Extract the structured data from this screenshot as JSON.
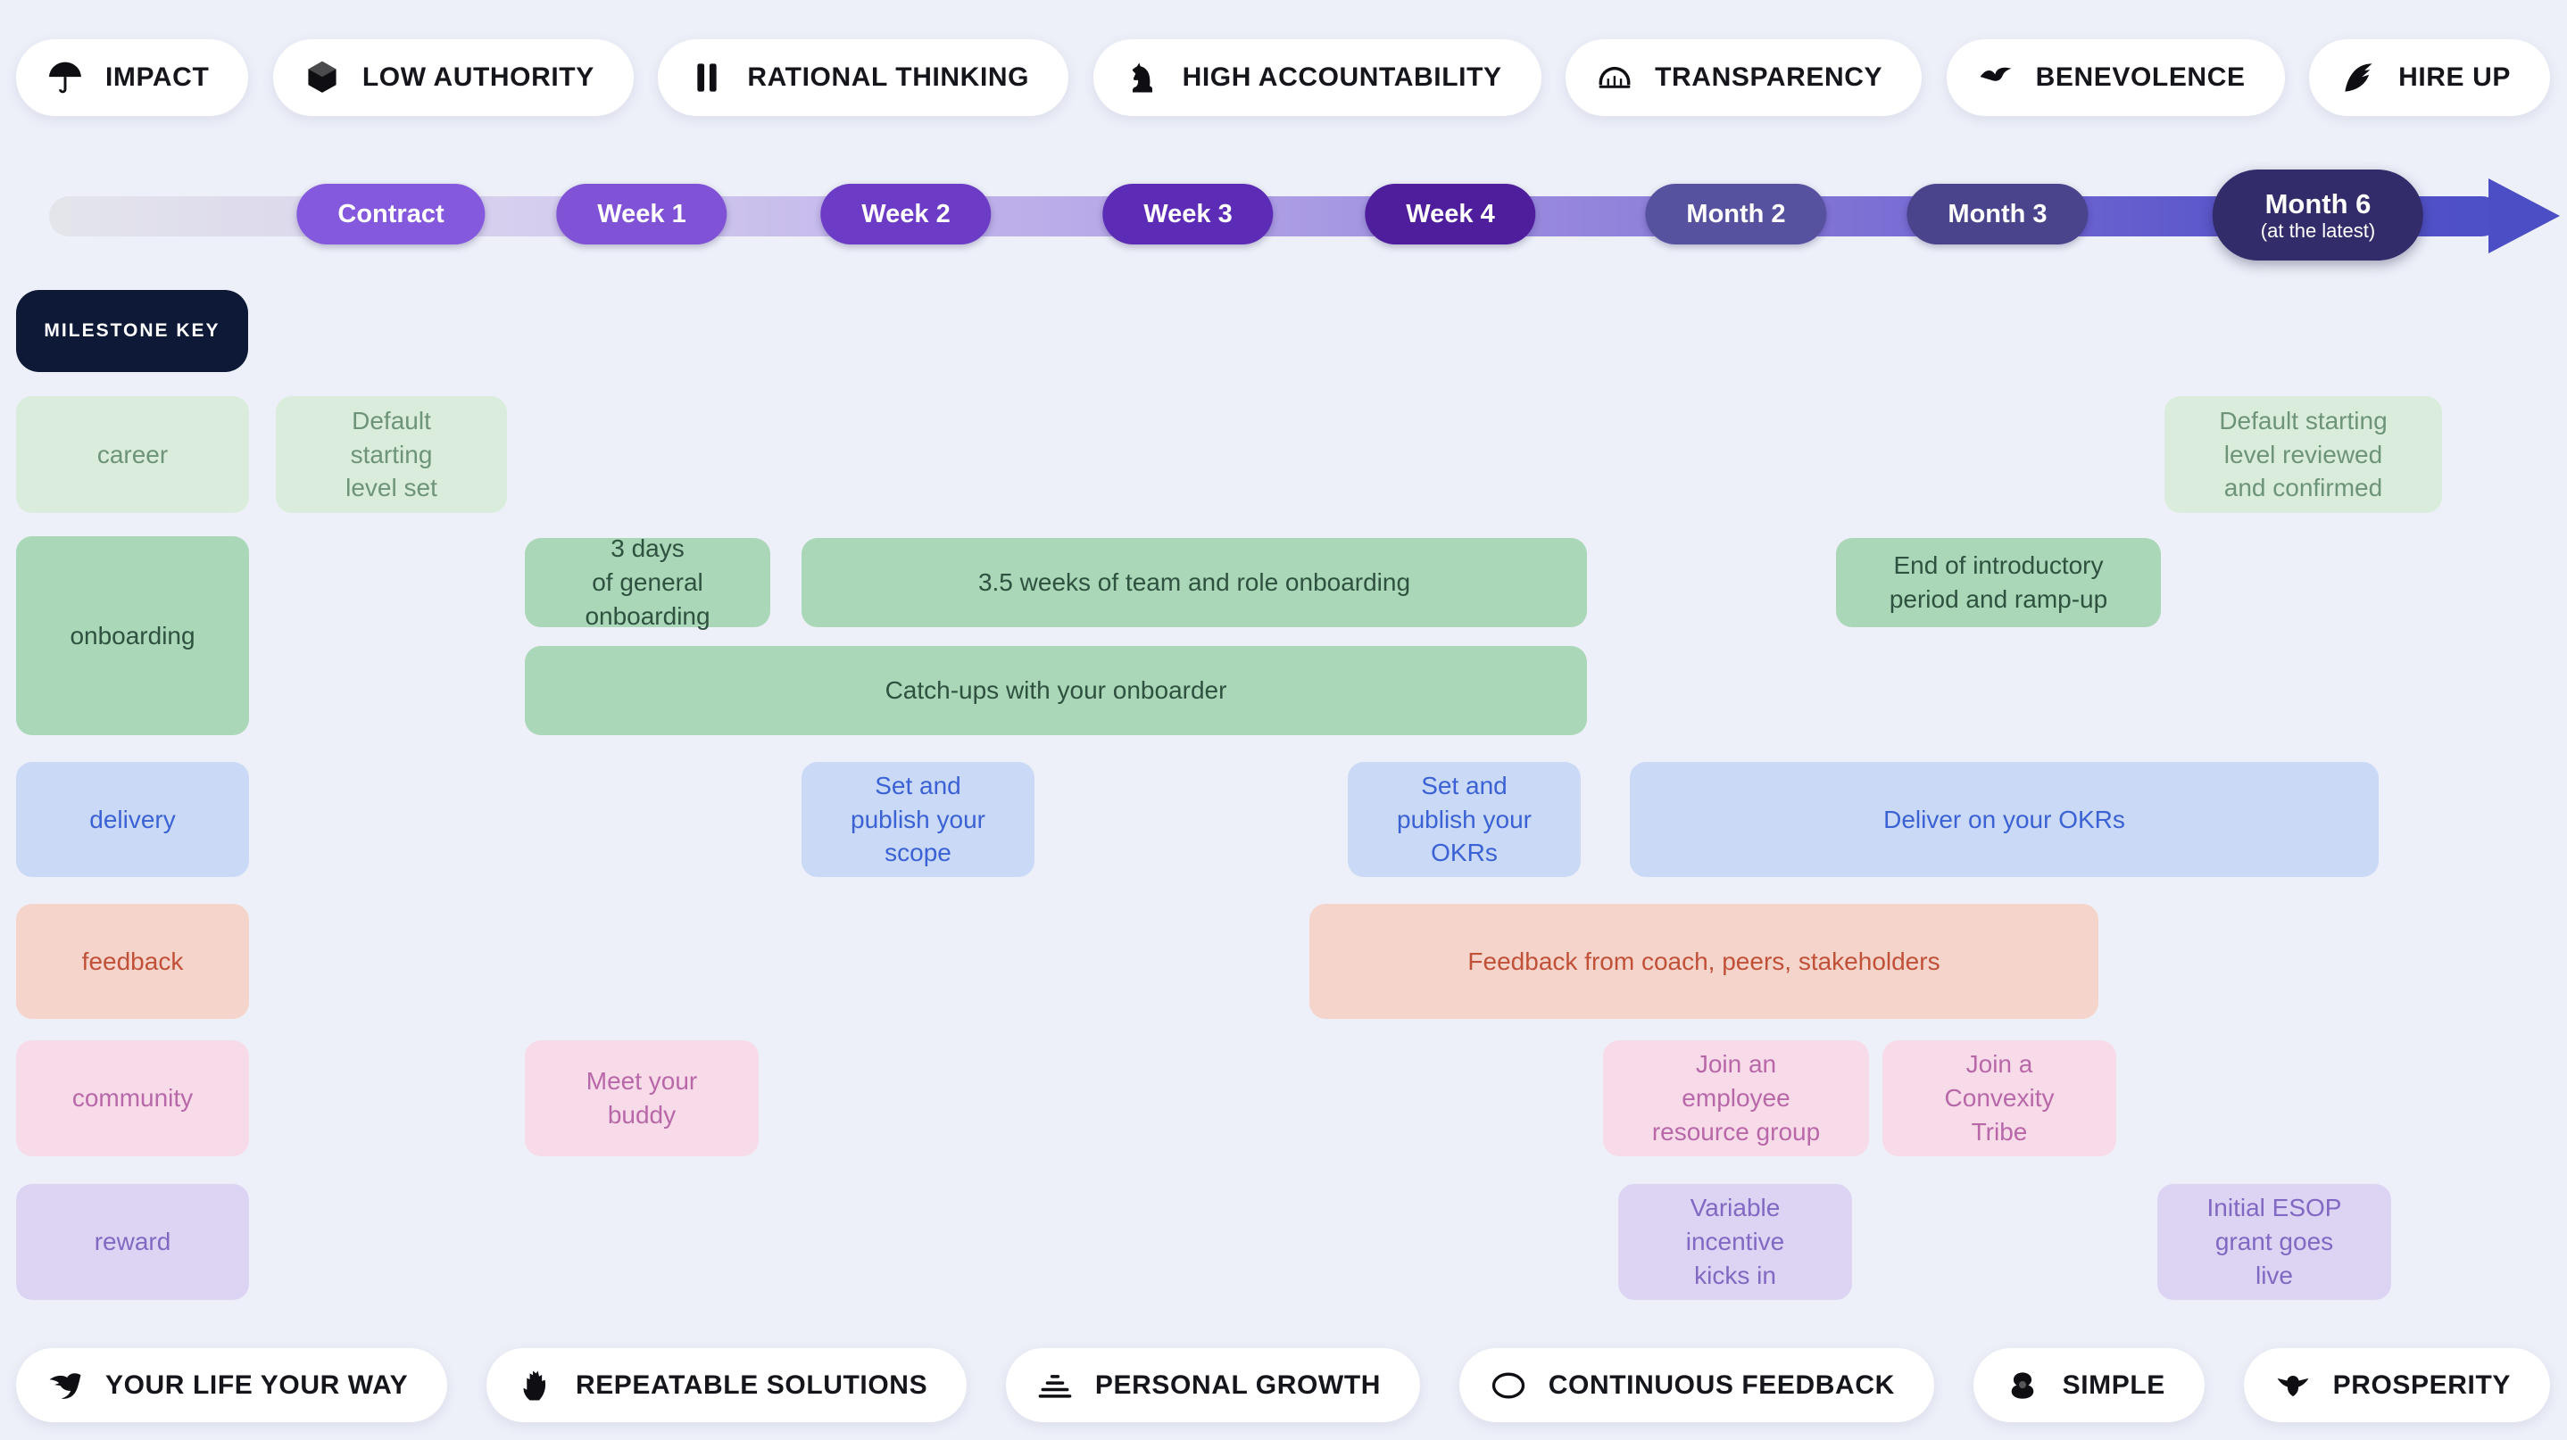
{
  "top_values": [
    {
      "label": "IMPACT",
      "icon": "umbrella-icon"
    },
    {
      "label": "LOW AUTHORITY",
      "icon": "cube-icon"
    },
    {
      "label": "RATIONAL THINKING",
      "icon": "pillars-icon"
    },
    {
      "label": "HIGH ACCOUNTABILITY",
      "icon": "chess-knight-icon"
    },
    {
      "label": "TRANSPARENCY",
      "icon": "bridge-icon"
    },
    {
      "label": "BENEVOLENCE",
      "icon": "bird-icon"
    },
    {
      "label": "HIRE UP",
      "icon": "feather-icon"
    }
  ],
  "timeline": {
    "milestones": [
      {
        "label": "Contract",
        "color": "#8559de"
      },
      {
        "label": "Week 1",
        "color": "#8052d6"
      },
      {
        "label": "Week 2",
        "color": "#6c3cc6"
      },
      {
        "label": "Week 3",
        "color": "#5d2cb6"
      },
      {
        "label": "Week 4",
        "color": "#4f1e9c"
      },
      {
        "label": "Month 2",
        "color": "#57529f"
      },
      {
        "label": "Month 3",
        "color": "#4a448c"
      },
      {
        "label": "Month 6",
        "sublabel": "(at the latest)",
        "color": "#322c6a"
      }
    ]
  },
  "milestone_key": {
    "label": "MILESTONE KEY"
  },
  "row_labels": [
    "career",
    "onboarding",
    "delivery",
    "feedback",
    "community",
    "reward"
  ],
  "cells": {
    "career_default_set": "Default\nstarting\nlevel set",
    "career_reviewed": "Default starting\nlevel reviewed\nand confirmed",
    "onboarding_general": "3 days\nof general\nonboarding",
    "onboarding_team_role": "3.5 weeks of team and role onboarding",
    "onboarding_end_intro": "End of introductory\nperiod and ramp-up",
    "onboarding_catchups": "Catch-ups with your onboarder",
    "delivery_scope": "Set and\npublish your\nscope",
    "delivery_okrs": "Set and\npublish your\nOKRs",
    "delivery_deliver": "Deliver on your OKRs",
    "feedback_bar": "Feedback from coach, peers, stakeholders",
    "community_buddy": "Meet your\nbuddy",
    "community_erg": "Join an\nemployee\nresource group",
    "community_tribe": "Join a\nConvexity\nTribe",
    "reward_variable": "Variable\nincentive\nkicks in",
    "reward_esop": "Initial ESOP\ngrant goes\nlive"
  },
  "bottom_values": [
    {
      "label": "YOUR LIFE YOUR WAY",
      "icon": "swallow-icon"
    },
    {
      "label": "REPEATABLE SOLUTIONS",
      "icon": "hand-icon"
    },
    {
      "label": "PERSONAL GROWTH",
      "icon": "layered-pyramid-icon"
    },
    {
      "label": "CONTINUOUS FEEDBACK",
      "icon": "ellipse-icon"
    },
    {
      "label": "SIMPLE",
      "icon": "flower-icon"
    },
    {
      "label": "PROSPERITY",
      "icon": "dove-icon"
    }
  ],
  "colors": {
    "background": "#edf0f8",
    "career_bg": "#daeddc",
    "career_text": "#6d9478",
    "onboarding_bg": "#a9d7b7",
    "onboarding_text": "#2f5140",
    "delivery_bg": "#cad9f5",
    "delivery_text": "#3b62d4",
    "feedback_bg": "#f5d5cb",
    "feedback_text": "#c05138",
    "community_bg": "#f8dbe9",
    "community_text": "#b868a9",
    "reward_bg": "#ddd4f4",
    "reward_text": "#8168c2",
    "milestone_key_bg": "#0d1936",
    "timeline_arrow": "#4b4ec5"
  }
}
